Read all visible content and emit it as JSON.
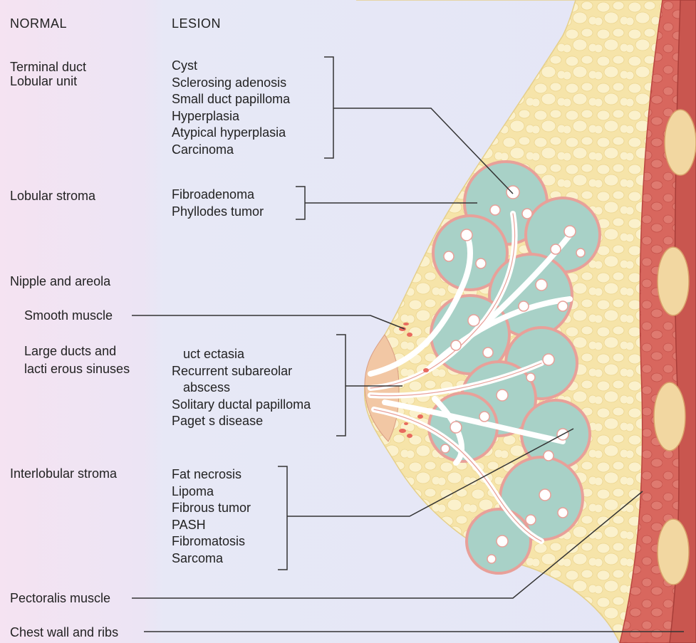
{
  "headers": {
    "normal": "NORMAL",
    "lesion": "LESION"
  },
  "normal_labels": {
    "terminal_duct": [
      "Terminal duct",
      "Lobular unit"
    ],
    "lobular_stroma": "Lobular stroma",
    "nipple_areola": "Nipple and areola",
    "smooth_muscle": "Smooth muscle",
    "large_ducts": [
      "Large ducts and",
      "lacti erous sinuses"
    ],
    "interlobular_stroma": "Interlobular stroma",
    "pectoralis": "Pectoralis muscle",
    "chest_wall": "Chest wall and ribs"
  },
  "lesions": {
    "tdlu": [
      "Cyst",
      "Sclerosing adenosis",
      "Small duct papilloma",
      "Hyperplasia",
      "Atypical hyperplasia",
      "Carcinoma"
    ],
    "lobular_stroma": [
      "Fibroadenoma",
      "Phyllodes tumor"
    ],
    "large_ducts": [
      "uct ectasia",
      "Recurrent subareolar",
      "  abscess",
      "Solitary ductal papilloma",
      "Paget s disease"
    ],
    "interlobular_stroma": [
      "Fat necrosis",
      "Lipoma",
      "Fibrous tumor",
      "PASH",
      "Fibromatosis",
      "Sarcoma"
    ]
  },
  "colors": {
    "fat": "#f7e7b0",
    "fat_globule": "#fbf2cf",
    "lobule": "#a7cfc6",
    "lobule_rim": "#e9a39b",
    "duct": "#ffffff",
    "muscle": "#d9645c",
    "muscle_dark": "#b94640",
    "rib": "#f2d6a0",
    "leader": "#333333"
  }
}
